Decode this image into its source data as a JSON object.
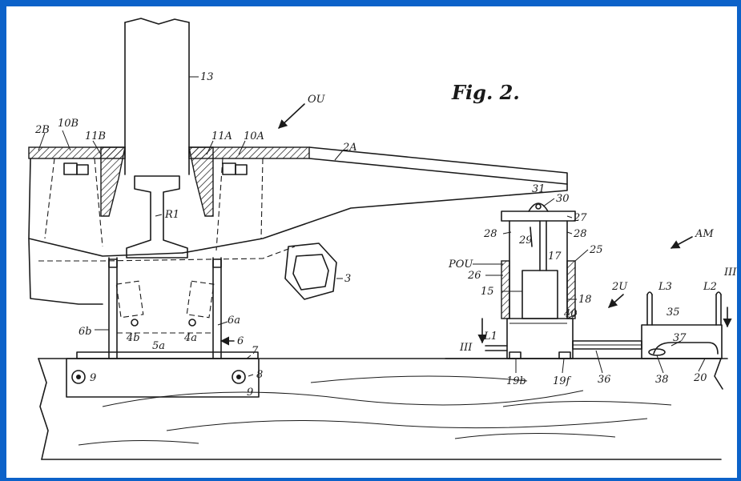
{
  "figure_title": "Fig. 2.",
  "labels": {
    "l13": "13",
    "lOU": "OU",
    "l2B": "2B",
    "l10B": "10B",
    "l11B": "11B",
    "l11A": "11A",
    "l10A": "10A",
    "l2A": "2A",
    "lR1": "R1",
    "l3": "3",
    "l6b": "6b",
    "l4b": "4b",
    "l5a": "5a",
    "l4a": "4a",
    "l6a": "6a",
    "l6": "6",
    "l7": "7",
    "l8": "8",
    "l9a": "9",
    "l9b": "9",
    "l31": "31",
    "l30": "30",
    "l27": "27",
    "l28a": "28",
    "l28b": "28",
    "l29": "29",
    "l25": "25",
    "l17": "17",
    "lPOU": "POU",
    "l26": "26",
    "l15": "15",
    "l18": "18",
    "l40": "40",
    "l2U": "2U",
    "lL3": "L3",
    "lL2": "L2",
    "lAM": "AM",
    "lIIIa": "III",
    "lIIIb": "III",
    "lL1": "L1",
    "l35": "35",
    "l37": "37",
    "l19b": "19b",
    "l19f": "19f",
    "l36": "36",
    "l38": "38",
    "l20": "20"
  }
}
